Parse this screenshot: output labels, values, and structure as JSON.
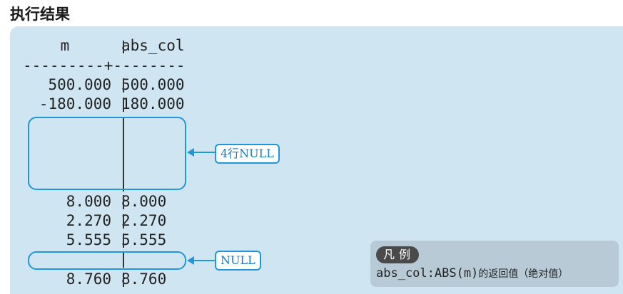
{
  "heading": "执行结果",
  "table": {
    "header": {
      "left": "m",
      "right": "abs_col"
    },
    "rule": "---------+--------",
    "rows_top": [
      {
        "left": "500.000",
        "right": "500.000"
      },
      {
        "left": "-180.000",
        "right": "180.000"
      }
    ],
    "rows_bottom": [
      {
        "left": "8.000",
        "right": "8.000"
      },
      {
        "left": "2.270",
        "right": "2.270"
      },
      {
        "left": "5.555",
        "right": "5.555"
      }
    ],
    "row_last": {
      "left": "8.760",
      "right": "8.760"
    }
  },
  "callouts": {
    "four_null": "4行NULL",
    "one_null": "NULL"
  },
  "legend": {
    "badge": "凡例",
    "code": "abs_col:ABS(m)",
    "note": "的返回值（绝对值）"
  },
  "colors": {
    "panel": "#cfe5f2",
    "accent": "#2196d9",
    "legend_bg": "#b7cad5",
    "badge_bg": "#4a4a4a"
  }
}
